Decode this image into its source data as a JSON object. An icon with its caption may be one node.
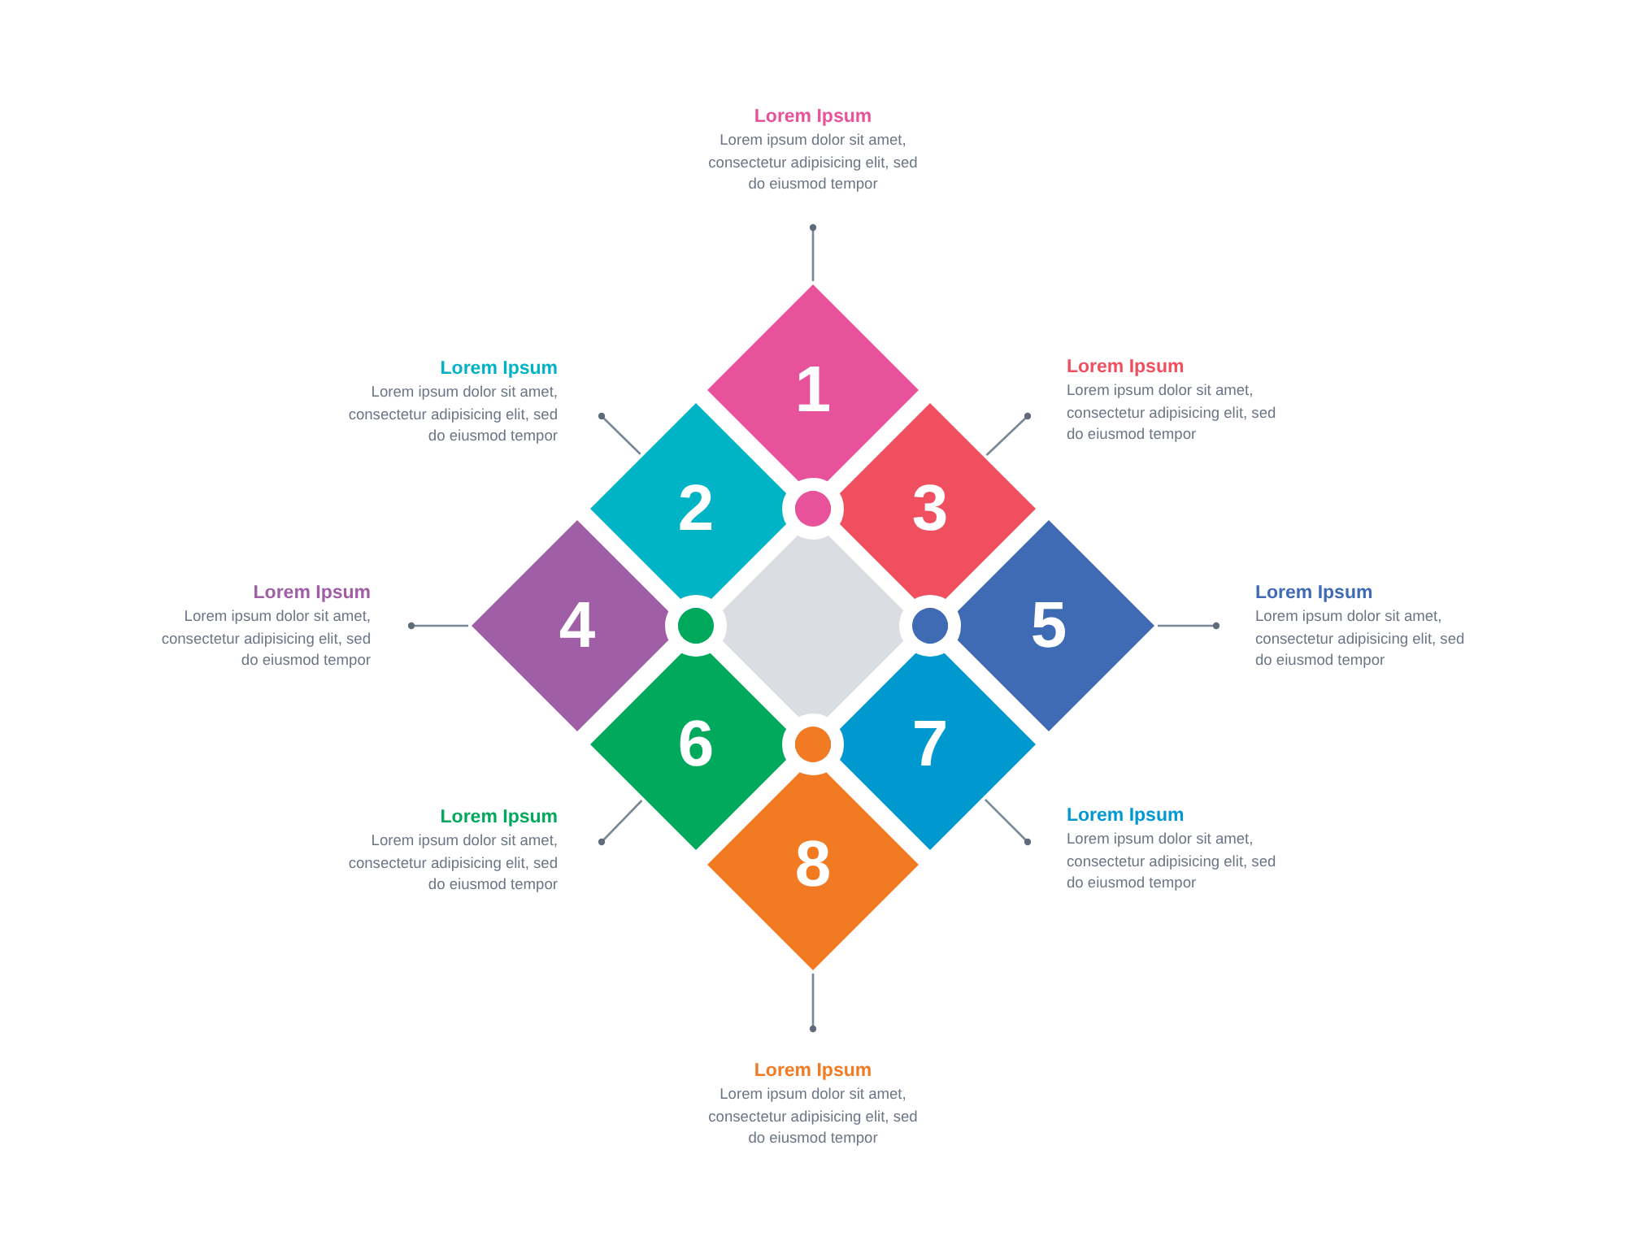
{
  "diagram": {
    "nodes": [
      {
        "text": [
          "1"
        ]
      },
      {
        "text": [
          "2"
        ]
      },
      {
        "text": [
          "3"
        ]
      },
      {
        "text": [
          "4"
        ]
      },
      {
        "text": [
          "5"
        ]
      },
      {
        "text": [
          "6"
        ]
      },
      {
        "text": [
          "7"
        ]
      },
      {
        "text": [
          "8"
        ]
      },
      {
        "text": [],
        "shape": "diamond"
      },
      {
        "text": [
          "Lorem Ipsum",
          "Lorem ipsum dolor sit amet, consectetur adipisicing elit, sed do eiusmod tempor"
        ]
      },
      {
        "text": [
          "Lorem Ipsum",
          "Lorem ipsum dolor sit amet, consectetur adipisicing elit, sed do eiusmod tempor"
        ]
      },
      {
        "text": [
          "Lorem Ipsum",
          "Lorem ipsum dolor sit amet, consectetur adipisicing elit, sed do eiusmod tempor"
        ]
      },
      {
        "text": [
          "Lorem Ipsum",
          "Lorem ipsum dolor sit amet, consectetur adipisicing elit, sed do eiusmod tempor"
        ]
      },
      {
        "text": [
          "Lorem Ipsum",
          "Lorem ipsum dolor sit amet, consectetur adipisicing elit, sed do eiusmod tempor"
        ]
      },
      {
        "text": [
          "Lorem Ipsum",
          "Lorem ipsum dolor sit amet, consectetur adipisicing elit, sed do eiusmod tempor"
        ]
      },
      {
        "text": [
          "Lorem Ipsum",
          "Lorem ipsum dolor sit amet, consectetur adipisicing elit, sed do eiusmod tempor"
        ]
      },
      {
        "text": [
          "Lorem Ipsum",
          "Lorem ipsum dolor sit amet, consectetur adipisicing elit, sed do eiusmod tempor"
        ]
      }
    ],
    "edges": [
      {
        "from": 9,
        "to": 0,
        "arrow": "other"
      },
      {
        "from": 10,
        "to": 1,
        "arrow": "other"
      },
      {
        "from": 11,
        "to": 2,
        "arrow": "other"
      },
      {
        "from": 12,
        "to": 3,
        "arrow": "other"
      },
      {
        "from": 13,
        "to": 4,
        "arrow": "other"
      },
      {
        "from": 14,
        "to": 5,
        "arrow": "other"
      },
      {
        "from": 15,
        "to": 6,
        "arrow": "other"
      },
      {
        "from": 16,
        "to": 7,
        "arrow": "other"
      }
    ]
  }
}
